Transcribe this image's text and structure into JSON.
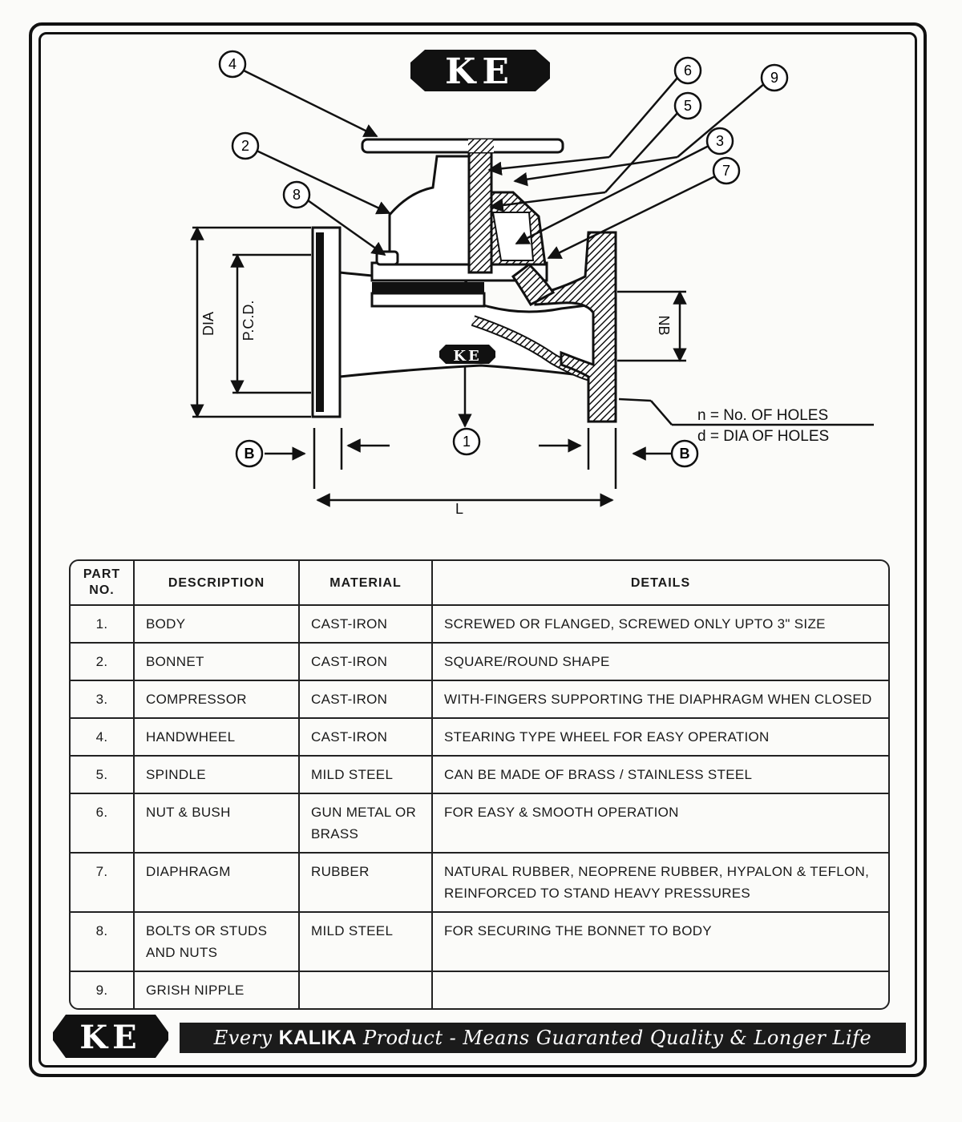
{
  "logo_text": "KE",
  "callouts": {
    "c1": "1",
    "c2": "2",
    "c3": "3",
    "c4": "4",
    "c5": "5",
    "c6": "6",
    "c7": "7",
    "c8": "8",
    "c9": "9"
  },
  "dimensions": {
    "dia": "DIA",
    "pcd": "P.C.D.",
    "nb": "NB",
    "length": "L",
    "view_b": "B",
    "holes_n": "n = No. OF HOLES",
    "holes_d": "d = DIA OF HOLES"
  },
  "table": {
    "headers": {
      "part_no": "PART NO.",
      "description": "DESCRIPTION",
      "material": "MATERIAL",
      "details": "DETAILS"
    },
    "rows": [
      {
        "no": "1.",
        "description": "BODY",
        "material": "CAST-IRON",
        "details": "SCREWED OR FLANGED, SCREWED ONLY UPTO 3\" SIZE"
      },
      {
        "no": "2.",
        "description": "BONNET",
        "material": "CAST-IRON",
        "details": "SQUARE/ROUND SHAPE"
      },
      {
        "no": "3.",
        "description": "COMPRESSOR",
        "material": "CAST-IRON",
        "details": "WITH-FINGERS SUPPORTING THE DIAPHRAGM WHEN CLOSED"
      },
      {
        "no": "4.",
        "description": "HANDWHEEL",
        "material": "CAST-IRON",
        "details": "STEARING TYPE WHEEL FOR EASY OPERATION"
      },
      {
        "no": "5.",
        "description": "SPINDLE",
        "material": "MILD STEEL",
        "details": "CAN BE MADE OF BRASS / STAINLESS STEEL"
      },
      {
        "no": "6.",
        "description": "NUT & BUSH",
        "material": "GUN METAL OR BRASS",
        "details": "FOR EASY & SMOOTH OPERATION"
      },
      {
        "no": "7.",
        "description": "DIAPHRAGM",
        "material": "RUBBER",
        "details": "NATURAL RUBBER, NEOPRENE RUBBER, HYPALON & TEFLON, REINFORCED TO STAND HEAVY PRESSURES"
      },
      {
        "no": "8.",
        "description": "BOLTS OR STUDS AND NUTS",
        "material": "MILD STEEL",
        "details": "FOR SECURING THE BONNET TO BODY"
      },
      {
        "no": "9.",
        "description": "GRISH NIPPLE",
        "material": "",
        "details": ""
      }
    ]
  },
  "footer": {
    "tagline_pre": "Every",
    "tagline_brand": "KALIKA",
    "tagline_post": "Product - Means Guaranted Quality & Longer Life"
  },
  "colors": {
    "ink": "#111111",
    "paper": "#fbfbf9"
  }
}
